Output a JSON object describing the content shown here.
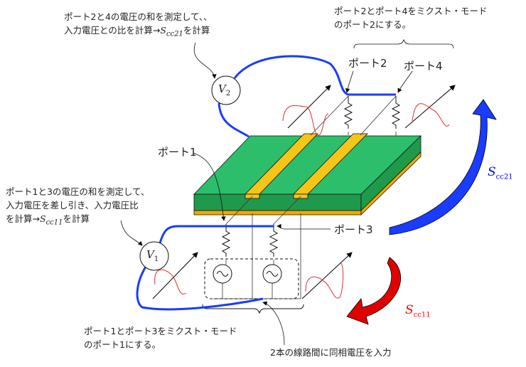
{
  "notes": {
    "top_left": {
      "line1": "ポート2と4の電圧の和を測定して、、",
      "line2_pre": "入力電圧との比を計算→",
      "line2_post": "を計算"
    },
    "top_right": {
      "line1": "ポート2とポート4をミクスト・モード",
      "line2": "のポート2にする。"
    },
    "left": {
      "line1": "ポート1と3の電圧の和を測定して、",
      "line2": "入力電圧を差し引き、入力電圧比",
      "line3_pre": "を計算→",
      "line3_post": "を計算"
    },
    "bottom_left": {
      "line1": "ポート1とポート3をミクスト・モード",
      "line2": "のポート1にする。"
    },
    "bottom_center": "2本の線路間に同相電圧を入力"
  },
  "ports": {
    "p1": "ポート1",
    "p2": "ポート2",
    "p3": "ポート3",
    "p4": "ポート4"
  },
  "meters": {
    "v1": {
      "main": "V",
      "sub": "1"
    },
    "v2": {
      "main": "V",
      "sub": "2"
    }
  },
  "params": {
    "scc21": {
      "main": "S",
      "sub": "cc21",
      "color": "#0000ff"
    },
    "scc11": {
      "main": "S",
      "sub": "cc11",
      "color": "#ff0000"
    }
  },
  "colors": {
    "board": "#2dbe6c",
    "trace": "#f5c518",
    "ground": "#f0a800",
    "wire": "#1a3cff"
  }
}
